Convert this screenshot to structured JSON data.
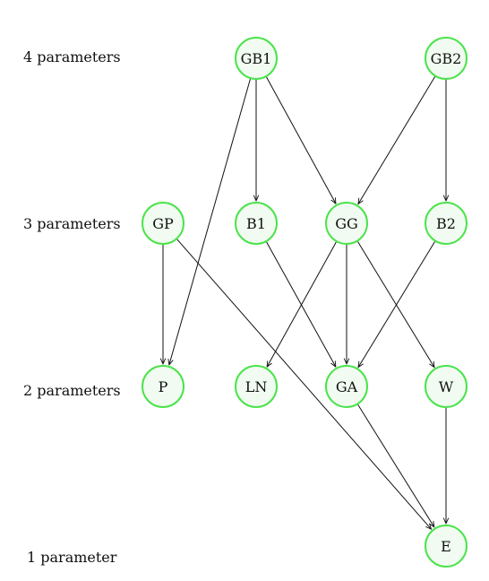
{
  "levels": [
    {
      "id": "l4",
      "label": "4 parameters"
    },
    {
      "id": "l3",
      "label": "3 parameters"
    },
    {
      "id": "l2",
      "label": "2 parameters"
    },
    {
      "id": "l1",
      "label": "1 parameter"
    }
  ],
  "nodes": [
    {
      "id": "GB1",
      "label": "GB1"
    },
    {
      "id": "GB2",
      "label": "GB2"
    },
    {
      "id": "GP",
      "label": "GP"
    },
    {
      "id": "B1",
      "label": "B1"
    },
    {
      "id": "GG",
      "label": "GG"
    },
    {
      "id": "B2",
      "label": "B2"
    },
    {
      "id": "P",
      "label": "P"
    },
    {
      "id": "LN",
      "label": "LN"
    },
    {
      "id": "GA",
      "label": "GA"
    },
    {
      "id": "W",
      "label": "W"
    },
    {
      "id": "E",
      "label": "E"
    }
  ],
  "edges": [
    {
      "from": "GB1",
      "to": "P"
    },
    {
      "from": "GB1",
      "to": "B1"
    },
    {
      "from": "GB1",
      "to": "GG"
    },
    {
      "from": "GB2",
      "to": "GG"
    },
    {
      "from": "GB2",
      "to": "B2"
    },
    {
      "from": "GP",
      "to": "P"
    },
    {
      "from": "GP",
      "to": "E"
    },
    {
      "from": "B1",
      "to": "GA"
    },
    {
      "from": "GG",
      "to": "LN"
    },
    {
      "from": "GG",
      "to": "GA"
    },
    {
      "from": "GG",
      "to": "W"
    },
    {
      "from": "B2",
      "to": "GA"
    },
    {
      "from": "GA",
      "to": "E"
    },
    {
      "from": "W",
      "to": "E"
    }
  ],
  "colors": {
    "node_border": "#4be34b",
    "node_fill": "#f1fbf1",
    "edge": "#111111"
  }
}
